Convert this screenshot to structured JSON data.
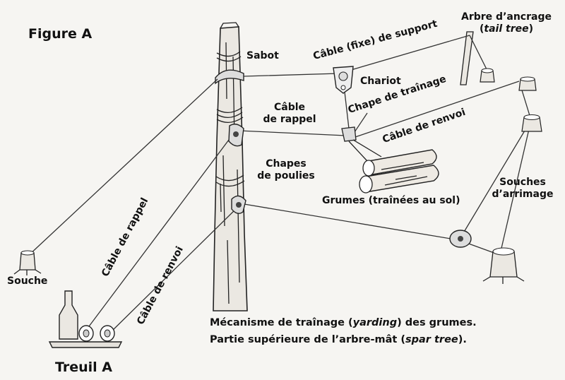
{
  "figure_title": "Figure A",
  "labels": {
    "sabot": "Sabot",
    "cable_support": "Câble (fixe) de support",
    "tail_tree_line1": "Arbre d’ancrage",
    "tail_tree_paren_open": "(",
    "tail_tree_en": "tail tree",
    "tail_tree_paren_close": ")",
    "chariot": "Chariot",
    "chape_trainage": "Chape de traînage",
    "cable_rappel_top_1": "Câble",
    "cable_rappel_top_2": "de rappel",
    "cable_renvoi_top": "Câble de renvoi",
    "chapes_1": "Chapes",
    "chapes_2": "de poulies",
    "grumes": "Grumes (traînées au sol)",
    "souches_1": "Souches",
    "souches_2": "d’arrimage",
    "souche": "Souche",
    "cable_rappel_diag": "Câble de rappel",
    "cable_renvoi_diag": "Câble de renvoi",
    "treuil": "Treuil A"
  },
  "caption": {
    "line1_a": "Mécanisme de traînage (",
    "line1_em": "yarding",
    "line1_b": ") des grumes.",
    "line2_a": "Partie supérieure de l’arbre-mât (",
    "line2_em": "spar tree",
    "line2_b": ")."
  }
}
